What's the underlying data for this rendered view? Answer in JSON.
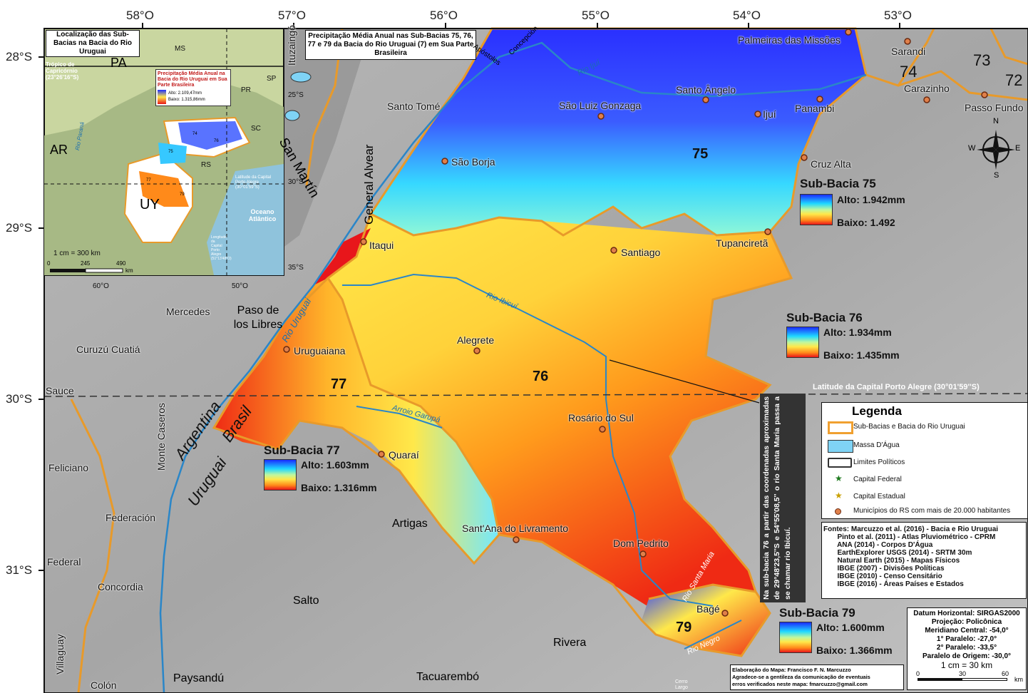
{
  "graticule": {
    "longitudes": [
      "58°O",
      "57°O",
      "56°O",
      "55°O",
      "54°O",
      "53°O"
    ],
    "latitudes": [
      "28°S",
      "29°S",
      "30°S",
      "31°S"
    ]
  },
  "title": "Precipitação Média Anual nas Sub-Bacias 75, 76, 77 e 79 da Bacia do Rio Uruguai (7) em Sua Parte Brasileira",
  "inset": {
    "title": "Localização das Sub-Bacias na Bacia do Rio Uruguai",
    "legend_title": "Precipitação Média Anual na Bacia do Rio Uruguai em Sua Parte Brasileira",
    "alto": "Alto: 2.109,47mm",
    "baixo": "Baixo: 1.315,86mm",
    "labels": {
      "ms": "MS",
      "pa": "PA",
      "pr": "PR",
      "sp": "SP",
      "sc": "SC",
      "rs": "RS",
      "ar": "AR",
      "uy": "UY",
      "oceano": "Oceano Atlântico",
      "tropico": "Trópico de Capricórnio (23°26'16\"S)",
      "capital": "Latitude da Capital Porto Alegre (30°01'59\"S)",
      "longitude_capital": "Longitude da Capital Porto Alegre (51°13'48\"O)",
      "rio_parana": "Rio Paraná",
      "lat25": "25°S",
      "lat30": "30°S",
      "lat35": "35°S",
      "lon60": "60°O",
      "lon50": "50°O",
      "scale": "1 cm = 300 km",
      "scale_0": "0",
      "scale_245": "245",
      "scale_490": "490",
      "scale_km": "km",
      "b75": "75",
      "b76": "76",
      "b77": "77",
      "b74": "74",
      "b79": "79"
    }
  },
  "cities": {
    "palmeiras": "Palmeiras das Missões",
    "sarandi": "Sarandi",
    "santo_angelo": "Santo Ângelo",
    "carazinho": "Carazinho",
    "passo_fundo": "Passo Fundo",
    "sao_luiz": "São Luiz Gonzaga",
    "ijui": "Ijuí",
    "panambi": "Panambi",
    "sao_borja": "São Borja",
    "cruz_alta": "Cruz Alta",
    "santo_tome": "Santo Tomé",
    "itaqui": "Itaqui",
    "santiago": "Santiago",
    "tupancireta": "Tupanciretã",
    "mercedes": "Mercedes",
    "paso_libres": "Paso de los Libres",
    "uruguaiana": "Uruguaiana",
    "alegrete": "Alegrete",
    "curuzu": "Curuzú Cuatiá",
    "sauce": "Sauce",
    "rosario": "Rosário do Sul",
    "monte_caseros": "Monte Caseros",
    "quarai": "Quaraí",
    "feliciano": "Feliciano",
    "federacion": "Federación",
    "artigas": "Artigas",
    "santana": "Sant'Ana do Livramento",
    "dom_pedrito": "Dom Pedrito",
    "federal": "Federal",
    "concordia": "Concordia",
    "salto": "Salto",
    "bage": "Bagé",
    "rivera": "Rivera",
    "villaguay": "Villaguay",
    "colon": "Colón",
    "paysandu": "Paysandú",
    "tacuarembo": "Tacuarembó",
    "cerro_largo": "Cerro Largo",
    "ituzaingo": "Ituzaingó",
    "apostoles": "Apóstoles",
    "concepcion": "Concepción",
    "san_martin": "San Martín",
    "general_alvear": "General Alvear"
  },
  "countries": {
    "argentina": "Argentina",
    "brasil": "Brasil",
    "uruguai": "Uruguai"
  },
  "regions": {
    "r73": "73",
    "r74": "74",
    "r72": "72"
  },
  "rivers": {
    "ijui": "Rio Ijuí",
    "ibicui": "Rio Ibicuí",
    "uruguai": "Rio Uruguai",
    "garupa": "Arroio Garupá",
    "santa_maria": "Rio Santa Maria",
    "negro": "Rio Negro"
  },
  "basins": {
    "b75": {
      "num": "75",
      "title": "Sub-Bacia 75",
      "alto": "Alto: 1.942mm",
      "baixo": "Baixo: 1.492",
      "alto_mm": 1942,
      "baixo_mm": 1492
    },
    "b76": {
      "num": "76",
      "title": "Sub-Bacia 76",
      "alto": "Alto: 1.934mm",
      "baixo": "Baixo: 1.435mm",
      "alto_mm": 1934,
      "baixo_mm": 1435
    },
    "b77": {
      "num": "77",
      "title": "Sub-Bacia 77",
      "alto": "Alto: 1.603mm",
      "baixo": "Baixo: 1.316mm",
      "alto_mm": 1603,
      "baixo_mm": 1316
    },
    "b79": {
      "num": "79",
      "title": "Sub-Bacia 79",
      "alto": "Alto: 1.600mm",
      "baixo": "Baixo: 1.366mm",
      "alto_mm": 1600,
      "baixo_mm": 1366
    }
  },
  "latitude_line": "Latitude da Capital Porto Alegre (30°01'59''S)",
  "note": "Na sub-bacia 76 a partir das coordenadas aproximadas de 29°48'23,5''S e 54°55'08,5'' o rio Santa Maria passa a se chamar rio Ibicuí.",
  "legend": {
    "title": "Legenda",
    "items": [
      "Sub-Bacias e Bacia do Rio Uruguai",
      "Massa D'Água",
      "Limites Políticos",
      "Capital Federal",
      "Capital Estadual",
      "Municípios do RS com mais de 20.000 habitantes"
    ]
  },
  "fontes": "Fontes: Marcuzzo et al. (2016) - Bacia e Rio Uruguai\n       Pinto et al. (2011) - Atlas Pluviométrico - CPRM\n       ANA (2014) - Corpos D'Água\n       EarthExplorer USGS (2014) - SRTM 30m\n       Natural Earth (2015) - Mapas Físicos\n       IBGE (2007) - Divisões Políticas\n       IBGE (2010) - Censo Censitário\n       IBGE (2016) - Áreas Países e Estados",
  "credits": "Elaboração do Mapa: Francisco F. N. Marcuzzo\nAgradece-se a gentileza da comunicação de eventuais\nerros verificados neste mapa: fmarcuzzo@gmail.com",
  "datum": {
    "l1": "Datum Horizontal: SIRGAS2000",
    "l2": "Projeção: Policônica",
    "l3": "Meridiano Central: -54,0°",
    "l4": "1° Paralelo: -27,0°",
    "l5": "2° Paralelo: -33,5°",
    "l6": "Paralelo de Origem: -30,0°",
    "scale": "1 cm = 30 km",
    "s0": "0",
    "s30": "30",
    "s60": "60",
    "km": "km"
  },
  "compass": {
    "n": "N",
    "s": "S",
    "e": "E",
    "w": "W"
  },
  "colors": {
    "wet": "#1a2cff",
    "mid": "#ffe84a",
    "dry": "#e8161b",
    "water": "#7fd3f5",
    "boundary": "#f0a030"
  }
}
